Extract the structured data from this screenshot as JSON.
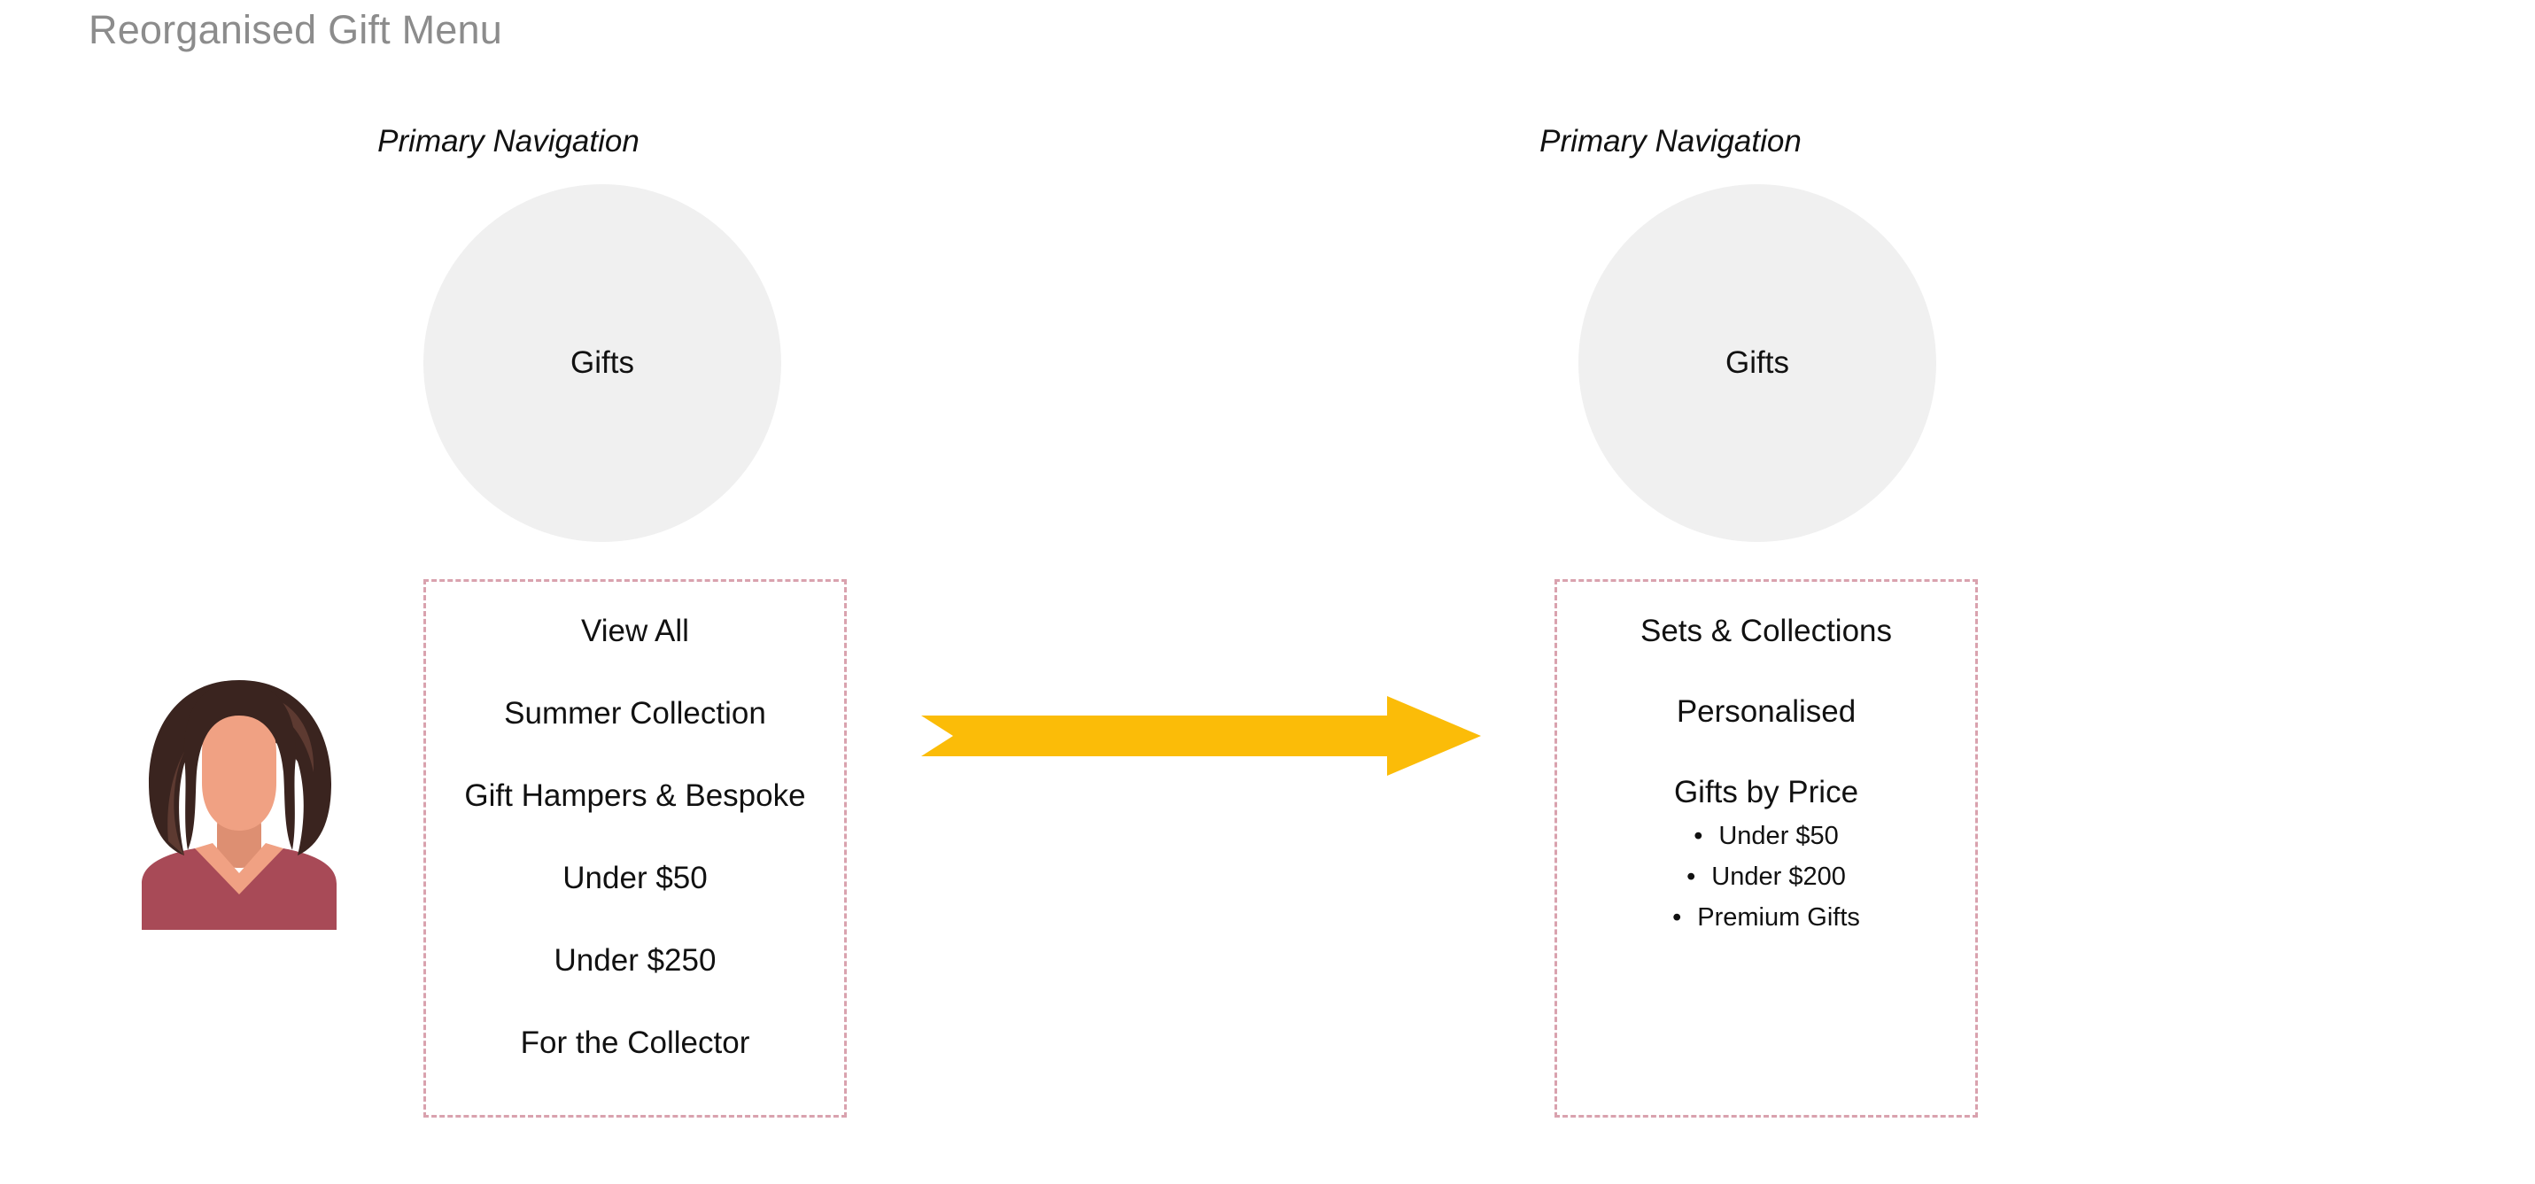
{
  "slide": {
    "title": "Reorganised Gift Menu",
    "title_color": "#8c8c8c",
    "background": "#ffffff"
  },
  "accents": {
    "arrow_color": "#FBBC08",
    "panel_border_color": "#d9a2ae",
    "circle_fill": "#f0f0f0",
    "hair_color": "#3a241f",
    "hair_highlight": "#5d3a31",
    "skin_color": "#f0a183",
    "skin_shadow": "#dd8f72",
    "shirt_color": "#a84a57"
  },
  "before": {
    "header": "Primary Navigation",
    "circle_label": "Gifts",
    "items": [
      {
        "label": "View All"
      },
      {
        "label": "Summer Collection"
      },
      {
        "label": "Gift Hampers & Bespoke"
      },
      {
        "label": "Under $50"
      },
      {
        "label": "Under $250"
      },
      {
        "label": "For the Collector"
      }
    ]
  },
  "after": {
    "header": "Primary Navigation",
    "circle_label": "Gifts",
    "groups": [
      {
        "label": "Sets & Collections",
        "children": []
      },
      {
        "label": "Personalised",
        "children": []
      },
      {
        "label": "Gifts by Price",
        "children": [
          {
            "bullet": "•",
            "label": "Under $50"
          },
          {
            "bullet": "•",
            "label": "Under $200"
          },
          {
            "bullet": "•",
            "label": "Premium Gifts"
          }
        ]
      }
    ]
  },
  "arrow": {
    "name": "transformation-arrow",
    "direction": "right"
  },
  "persona": {
    "name": "customer-persona-avatar",
    "description": "woman-avatar"
  }
}
